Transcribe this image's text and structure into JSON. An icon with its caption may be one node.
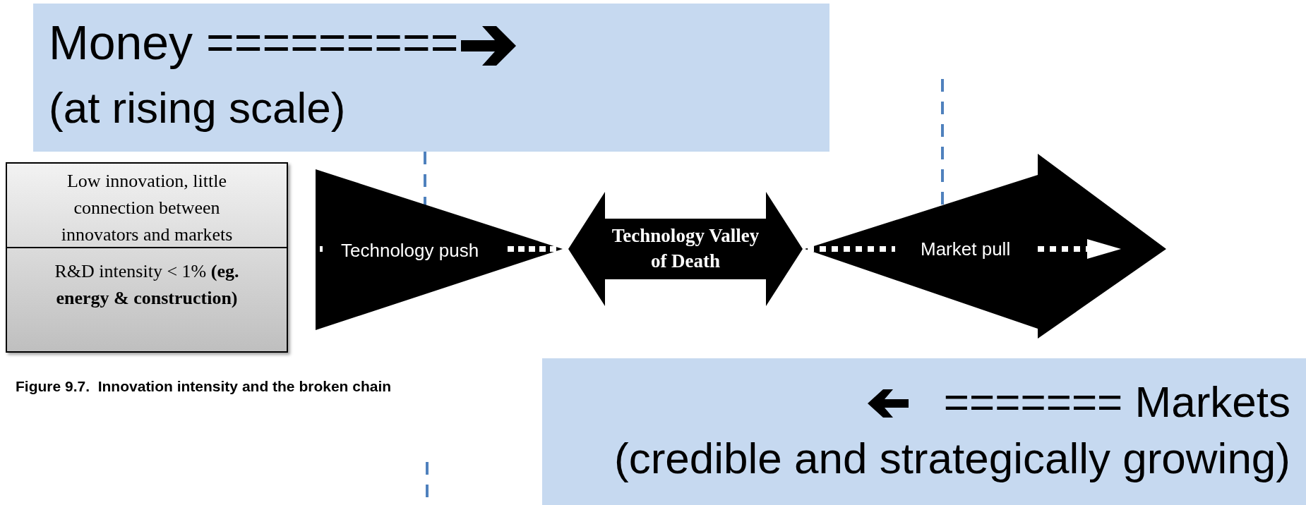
{
  "diagram": {
    "caption": "Figure 9.7.  Innovation intensity and the broken chain",
    "nodes": [
      {
        "text": [
          "Money =========",
          "(at rising scale)"
        ]
      },
      {
        "text": [
          "Low innovation, little connection between innovators and markets",
          "R&D intensity < 1% **(eg. energy & construction)**"
        ]
      },
      {
        "text": [
          "Technology push"
        ]
      },
      {
        "text": [
          "Technology Valley of Death"
        ]
      },
      {
        "text": [
          "Market pull"
        ]
      },
      {
        "text": [
          "======= Markets",
          "(credible and strategically growing)"
        ]
      }
    ]
  }
}
